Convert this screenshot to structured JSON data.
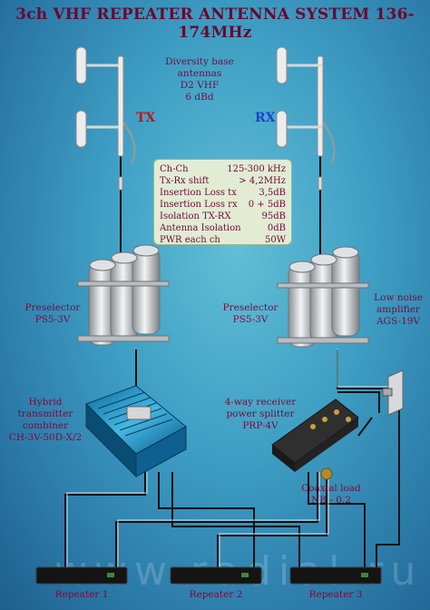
{
  "title": "3ch VHF REPEATER ANTENNA SYSTEM 136-174MHz",
  "antennas": {
    "line1": "Diversity base antennas",
    "line2": "D2 VHF",
    "line3": "6 dBd"
  },
  "tx_label": "TX",
  "rx_label": "RX",
  "specs": [
    {
      "name": "Ch-Ch",
      "value": "125-300 kHz"
    },
    {
      "name": "Tx-Rx shift",
      "value": "> 4,2MHz"
    },
    {
      "name": "Insertion Loss tx",
      "value": "3,5dB"
    },
    {
      "name": "Insertion Loss rx",
      "value": "0 + 5dB"
    },
    {
      "name": "Isolation TX-RX",
      "value": "95dB"
    },
    {
      "name": "Antenna Isolation",
      "value": "0dB"
    },
    {
      "name": "PWR each ch",
      "value": "50W"
    }
  ],
  "preselector_left": {
    "line1": "Preselector",
    "line2": "PS5-3V"
  },
  "preselector_right": {
    "line1": "Preselector",
    "line2": "PS5-3V"
  },
  "lna": {
    "line1": "Low noise",
    "line2": "amplifier",
    "line3": "AGS-19V"
  },
  "combiner": {
    "line1": "Hybrid transmitter",
    "line2": "combiner",
    "line3": "CH-3V-50D-X/2"
  },
  "splitter": {
    "line1": "4-way receiver",
    "line2": "power splitter",
    "line3": "PRP-4V"
  },
  "load": {
    "line1": "Coaxial load",
    "line2": "NB - 0.2"
  },
  "repeaters": [
    "Repeater 1",
    "Repeater 2",
    "Repeater 3"
  ],
  "watermark": "www.radial.ru",
  "colors": {
    "background": "#3f9fc4",
    "label": "#7a0b3a",
    "tx": "#c0151f",
    "rx": "#1c3fd0"
  }
}
